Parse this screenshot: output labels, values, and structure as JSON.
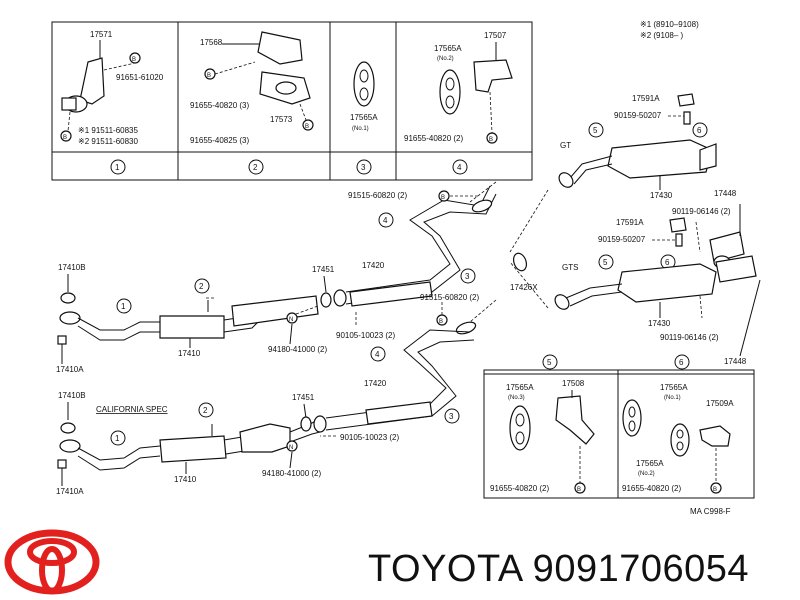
{
  "notes": {
    "n1": "※1 (8910–9108)",
    "n2": "※2 (9108–    )"
  },
  "box1": {
    "p1": "17571",
    "p2": "91651-61020",
    "p3": "※1 91511-60835",
    "p4": "※2 91511-60830",
    "num": "1"
  },
  "box2": {
    "p1": "17568",
    "p2": "91655-40820 (3)",
    "p3": "17573",
    "p4": "91655-40825 (3)",
    "num": "2"
  },
  "box3": {
    "p1": "17565A",
    "p1b": "(No.1)",
    "num": "3"
  },
  "box4": {
    "p1": "17565A",
    "p1b": "(No.2)",
    "p2": "17507",
    "p3": "91655-40820 (2)",
    "num": "4"
  },
  "main": {
    "p17410B": "17410B",
    "p17410A": "17410A",
    "p17410": "17410",
    "p17451": "17451",
    "p17420": "17420",
    "p91515a": "91515-60820 (2)",
    "p91515b": "91515-60820 (2)",
    "p94180": "94180-41000 (2)",
    "p90105": "90105-10023 (2)",
    "p17426X": "17426X",
    "n1": "1",
    "n2": "2",
    "n3": "3",
    "n4": "4"
  },
  "lower": {
    "p17410B": "17410B",
    "cal": "CALIFORNIA SPEC",
    "p17451": "17451",
    "p17420": "17420",
    "p17410A": "17410A",
    "p17410": "17410",
    "p90105": "90105-10023 (2)",
    "p94180": "94180-41000 (2)",
    "n1": "1",
    "n2": "2",
    "n3": "3",
    "n4": "4"
  },
  "right": {
    "p17591A": "17591A",
    "p90159": "90159-50207",
    "gt": "GT",
    "p17430": "17430",
    "p17448": "17448",
    "p17591A2": "17591A",
    "p90119": "90119-06146 (2)",
    "p90159b": "90159-50207",
    "gts": "GTS",
    "p17430b": "17430",
    "p90119b": "90119-06146 (2)",
    "p17448b": "17448",
    "n5": "5",
    "n6": "6",
    "n5b": "5",
    "n6b": "6"
  },
  "box5": {
    "p1": "17565A",
    "p1b": "(No.3)",
    "p2": "17508",
    "p3": "91655-40820 (2)",
    "num": "5"
  },
  "box6": {
    "p1": "17565A",
    "p1b": "(No.1)",
    "p2": "17509A",
    "p3": "17565A",
    "p3b": "(No.2)",
    "p4": "91655-40820 (2)",
    "num": "6"
  },
  "footer_code": "MA C998-F",
  "brand": "TOYOTA 9091706054",
  "logo_color": "#e2201e"
}
